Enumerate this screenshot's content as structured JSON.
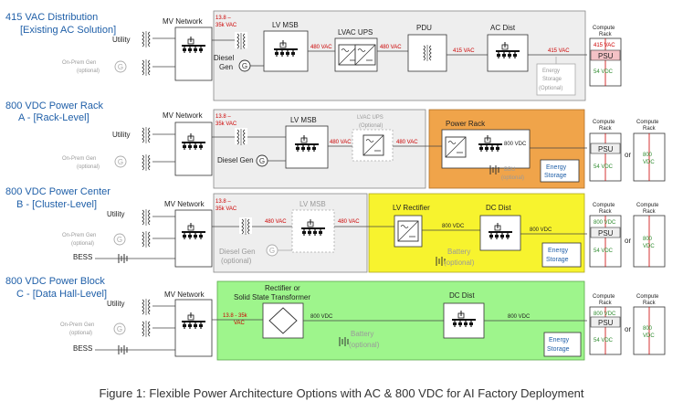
{
  "caption": "Figure 1: Flexible Power Architecture Options with AC & 800 VDC for AI Factory Deployment",
  "colors": {
    "title_blue": "#1f5fa8",
    "red_voltage": "#cc0000",
    "green_voltage": "#2e8b2e",
    "ac_panel": "#eeeeee",
    "rack_panel": "#f0a44a",
    "cluster_panel": "#f7f32e",
    "hall_panel": "#9ef58c"
  },
  "sections": [
    {
      "title_1": "415 VAC Distribution",
      "title_2": "[Existing AC Solution]",
      "utility": "Utility",
      "gen_1": "On-Prem Gen",
      "gen_2": "(optional)",
      "mv": "MV Network",
      "mv_v1": "13.8 –",
      "mv_v2": "35k VAC",
      "lvmsb": "LV MSB",
      "diesel_1": "Diesel",
      "diesel_2": "Gen",
      "v480a": "480 VAC",
      "ups": "LVAC UPS",
      "v480b": "480 VAC",
      "pdu": "PDU",
      "v415a": "415 VAC",
      "acdist": "AC Dist",
      "v415b": "415 VAC",
      "es_1": "Energy",
      "es_2": "Storage",
      "es_3": "(Optional)",
      "rack_1": "Compute",
      "rack_2": "Rack",
      "rack_vin": "415 VAC",
      "psu": "PSU",
      "rack_vout": "54 VDC"
    },
    {
      "title_1": "800 VDC Power Rack",
      "title_2": "A - [Rack-Level]",
      "utility": "Utility",
      "gen_1": "On-Prem Gen",
      "gen_2": "(optional)",
      "mv": "MV Network",
      "mv_v1": "13.8 –",
      "mv_v2": "35k VAC",
      "lvmsb": "LV MSB",
      "ups_1": "LVAC UPS",
      "ups_2": "(Optional)",
      "v480a": "480 VAC",
      "v480b": "480 VAC",
      "diesel": "Diesel Gen",
      "powerrack": "Power Rack",
      "v800": "800 VDC",
      "bbu_1": "BBU",
      "bbu_2": "(optional)",
      "es_1": "Energy",
      "es_2": "Storage",
      "rack_1": "Compute",
      "rack_2": "Rack",
      "psu": "PSU",
      "rack_vout": "54 VDC",
      "or": "or",
      "rack2_1": "Compute",
      "rack2_2": "Rack",
      "rack2_v1": "800",
      "rack2_v2": "VDC"
    },
    {
      "title_1": "800 VDC Power Center",
      "title_2": "B - [Cluster-Level]",
      "utility": "Utility",
      "gen_1": "On-Prem Gen",
      "gen_2": "(optional)",
      "bess": "BESS",
      "mv": "MV Network",
      "mv_v1": "13.8 –",
      "mv_v2": "35k VAC",
      "lvmsb": "LV MSB",
      "v480a": "480 VAC",
      "v480b": "480 VAC",
      "diesel_1": "Diesel Gen",
      "diesel_2": "(optional)",
      "lvrect": "LV Rectifier",
      "dcdist": "DC Dist",
      "v800a": "800 VDC",
      "v800b": "800 VDC",
      "bat_1": "Battery",
      "bat_2": "(optional)",
      "es_1": "Energy",
      "es_2": "Storage",
      "rack_1": "Compute",
      "rack_2": "Rack",
      "rack_vin": "800 VDC",
      "psu": "PSU",
      "rack_vout": "54 VDC",
      "or": "or",
      "rack2_1": "Compute",
      "rack2_2": "Rack",
      "rack2_v1": "800",
      "rack2_v2": "VDC"
    },
    {
      "title_1": "800 VDC Power Block",
      "title_2": "C - [Data Hall-Level]",
      "utility": "Utility",
      "gen_1": "On-Prem Gen",
      "gen_2": "(optional)",
      "bess": "BESS",
      "mv": "MV Network",
      "rect_1": "Rectifier or",
      "rect_2": "Solid State Transformer",
      "mv_v1": "13.8 - 35k",
      "mv_v2": "VAC",
      "v800a": "800 VDC",
      "dcdist": "DC Dist",
      "v800b": "800 VDC",
      "bat_1": "Battery",
      "bat_2": "(optional)",
      "es_1": "Energy",
      "es_2": "Storage",
      "rack_1": "Compute",
      "rack_2": "Rack",
      "rack_vin": "800 VDC",
      "psu": "PSU",
      "rack_vout": "54 VDC",
      "or": "or",
      "rack2_1": "Compute",
      "rack2_2": "Rack",
      "rack2_v1": "800",
      "rack2_v2": "VDC"
    }
  ]
}
